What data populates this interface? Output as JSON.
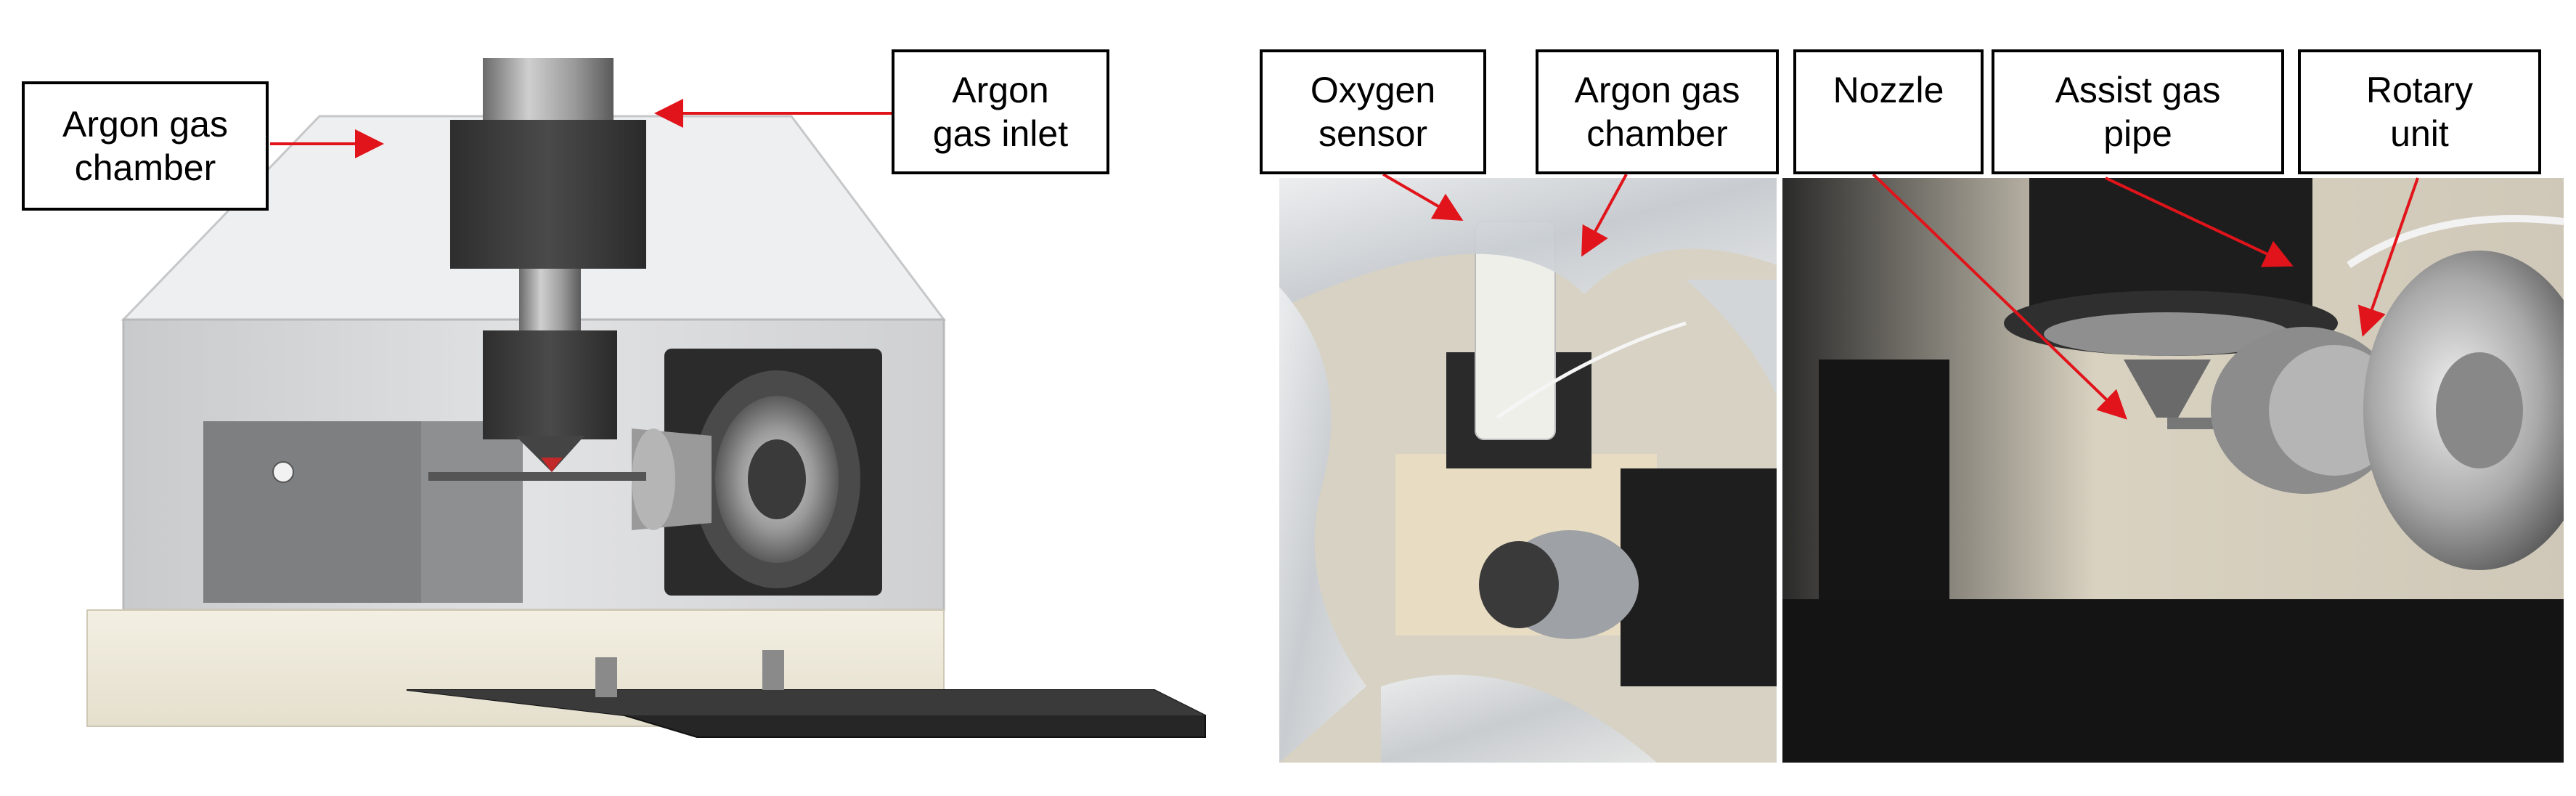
{
  "colors": {
    "arrow": "#e0141a",
    "box_border": "#000000"
  },
  "labels": {
    "argon_gas_chamber_left": "Argon gas\nchamber",
    "argon_gas_inlet": "Argon\ngas inlet",
    "oxygen_sensor": "Oxygen\nsensor",
    "argon_gas_chamber_right": "Argon gas\nchamber",
    "nozzle": "Nozzle",
    "assist_gas_pipe": "Assist gas\npipe",
    "rotary_unit": "Rotary\nunit"
  }
}
